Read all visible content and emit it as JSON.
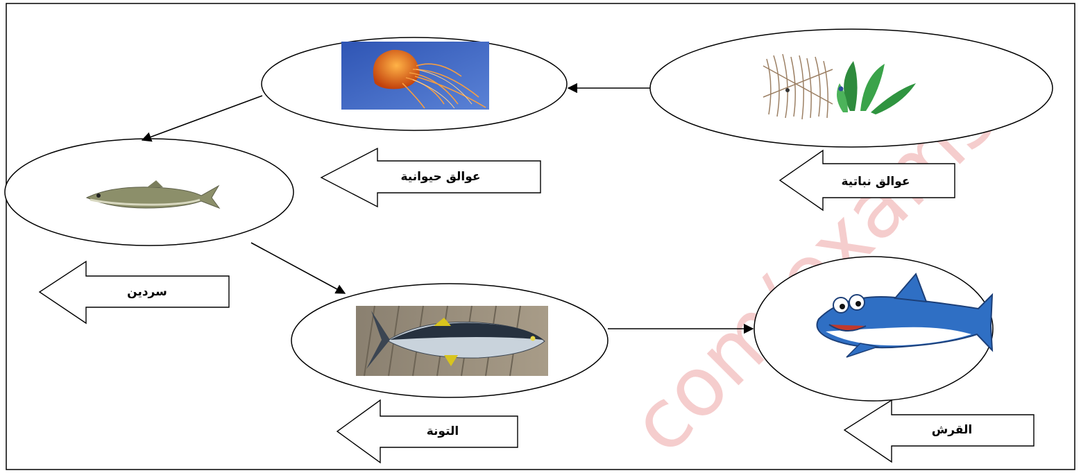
{
  "diagram": {
    "nodes": [
      {
        "id": "phyto",
        "image": "phytoplankton-illustration"
      },
      {
        "id": "zoo",
        "image": "jellyfish-photo"
      },
      {
        "id": "sardine",
        "image": "sardine-illustration"
      },
      {
        "id": "tuna",
        "image": "tuna-photo"
      },
      {
        "id": "shark",
        "image": "cartoon-shark-illustration"
      }
    ],
    "edges": [
      {
        "from": "phyto",
        "to": "zoo"
      },
      {
        "from": "zoo",
        "to": "sardine"
      },
      {
        "from": "sardine",
        "to": "tuna"
      },
      {
        "from": "tuna",
        "to": "shark"
      }
    ],
    "labels": {
      "phyto": "عوالق نباتية",
      "zoo": "عوالق حيوانية",
      "sardine": "سردين",
      "tuna": "التونة",
      "shark": "القرش"
    },
    "watermark": "com/exams"
  },
  "colors": {
    "stroke": "#000000",
    "water": "#3a5fb8",
    "shark": "#2f6fc4",
    "watermark": "#f4c8c8"
  }
}
